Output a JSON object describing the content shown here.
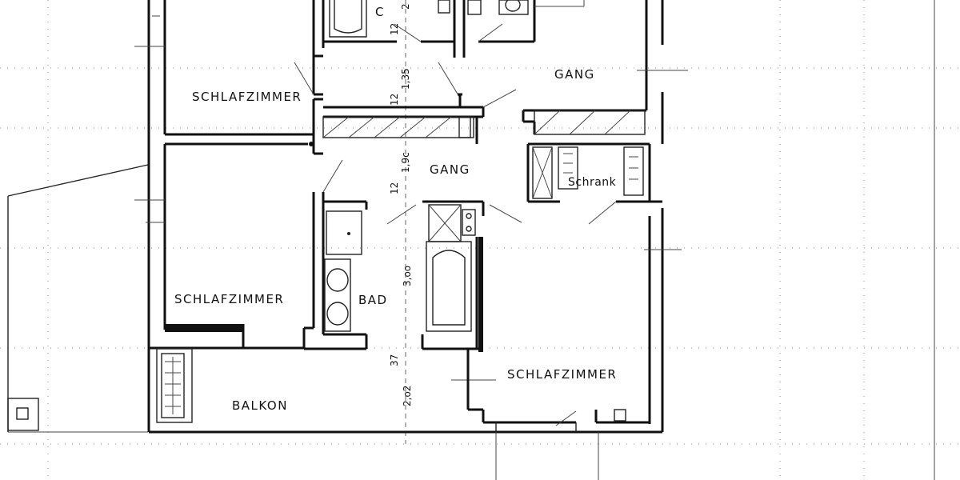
{
  "rooms": {
    "bedroom_top_left": "SCHLAFZIMMER",
    "bedroom_left": "SCHLAFZIMMER",
    "bedroom_bottom_right": "SCHLAFZIMMER",
    "hallway_top": "GANG",
    "hallway_middle": "GANG",
    "bathroom": "BAD",
    "balcony": "BALKON",
    "closet": "Schrank",
    "partial_top_label": "C"
  },
  "dimensions": {
    "d_top_2": "2",
    "d_12_a": "12",
    "d_1_35": "1,35",
    "d_12_b": "12",
    "d_1_90": "1,9c",
    "d_12_c": "12",
    "d_3_00": "3,oo",
    "d_37": "37",
    "d_2_02": "2,o2"
  }
}
